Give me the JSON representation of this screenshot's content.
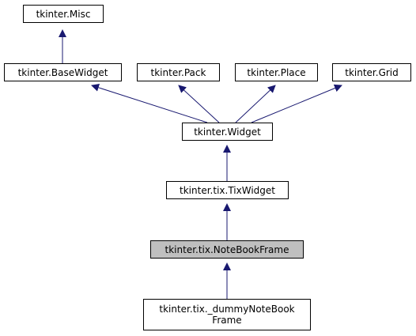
{
  "diagram": {
    "nodes": {
      "misc": "tkinter.Misc",
      "basewidget": "tkinter.BaseWidget",
      "pack": "tkinter.Pack",
      "place": "tkinter.Place",
      "grid": "tkinter.Grid",
      "widget": "tkinter.Widget",
      "tixwidget": "tkinter.tix.TixWidget",
      "notebookframe": "tkinter.tix.NoteBookFrame",
      "dummy_line1": "tkinter.tix._dummyNoteBook",
      "dummy_line2": "Frame"
    },
    "highlighted": "notebookframe",
    "colors": {
      "edge": "#191970",
      "highlight_fill": "#bfbfbf",
      "border": "#000000"
    }
  }
}
